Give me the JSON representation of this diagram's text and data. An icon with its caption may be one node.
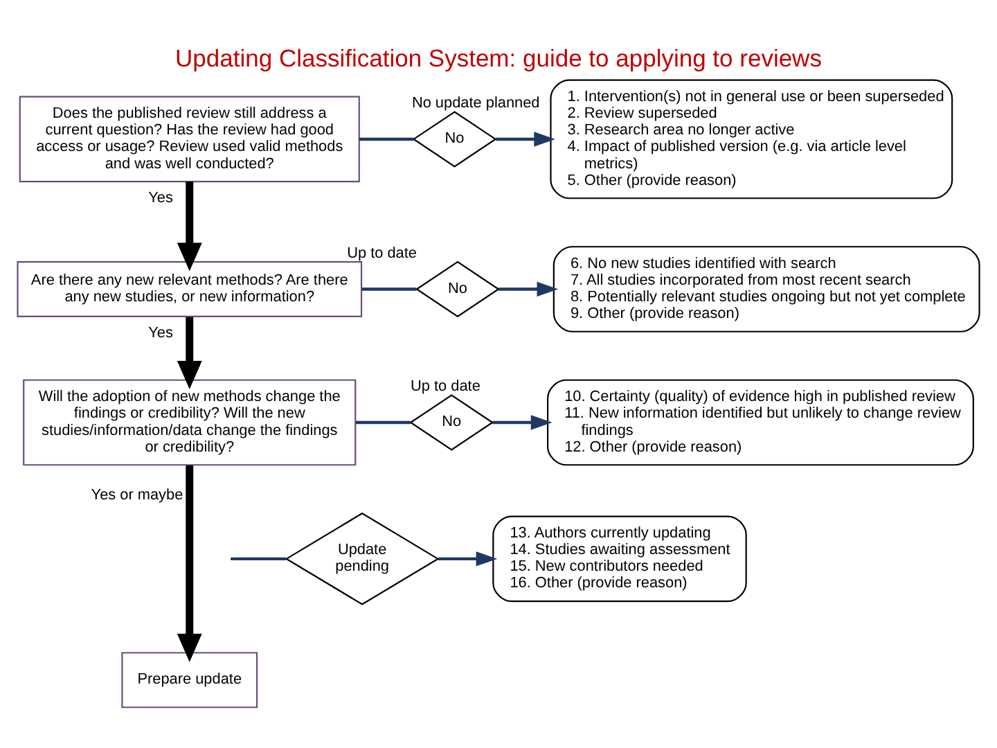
{
  "diagram": {
    "title": "Updating Classification System: guide to applying to reviews",
    "nodes": [
      {
        "text": [
          "Does the published review still address a current question? Has the review had good access or usage? Review used valid methods and was well conducted?"
        ]
      },
      {
        "text": [
          "No"
        ],
        "beside": [
          "No update planned"
        ]
      },
      {
        "text": [
          "1. Intervention(s) not in general use or been superseded",
          "2. Review superseded",
          "3. Research area no longer active",
          "4. Impact of published version (e.g. via article level metrics)",
          "5. Other (provide reason)"
        ]
      },
      {
        "text": [
          "Are there any new relevant methods? Are there any new studies, or new information?"
        ]
      },
      {
        "text": [
          "No"
        ],
        "beside": [
          "Up to date"
        ]
      },
      {
        "text": [
          "6. No new studies identified with search",
          "7. All studies incorporated from most recent search",
          "8. Potentially relevant studies ongoing but not yet complete",
          "9. Other (provide reason)"
        ]
      },
      {
        "text": [
          "Will the adoption of new methods change the findings or credibility? Will the new studies/information/data change the findings or credibility?"
        ]
      },
      {
        "text": [
          "No"
        ],
        "beside": [
          "Up to date"
        ]
      },
      {
        "text": [
          "10. Certainty (quality) of evidence high in published review",
          "11. New information identified but unlikely to change review findings",
          "12. Other (provide reason)"
        ]
      },
      {
        "text": [
          "Update pending"
        ]
      },
      {
        "text": [
          "13. Authors currently updating",
          "14. Studies awaiting assessment",
          "15. New contributors needed",
          "16. Other (provide reason)"
        ]
      },
      {
        "text": [
          "Prepare update"
        ]
      }
    ],
    "edges": [
      {
        "from": 0,
        "to": 1,
        "arrow": "none"
      },
      {
        "from": 1,
        "to": 2,
        "arrow": "to"
      },
      {
        "from": 3,
        "to": 4,
        "arrow": "none"
      },
      {
        "from": 4,
        "to": 5,
        "arrow": "to"
      },
      {
        "from": 6,
        "to": 7,
        "arrow": "none"
      },
      {
        "from": 7,
        "to": 8,
        "arrow": "to"
      },
      {
        "from": null,
        "to": 9,
        "arrow": "none"
      },
      {
        "from": 9,
        "to": 10,
        "arrow": "to"
      },
      {
        "from": 0,
        "to": 3,
        "arrow": "to",
        "label": "Yes",
        "style": "thick",
        "color": "#000000"
      },
      {
        "from": 3,
        "to": 6,
        "arrow": "to",
        "label": "Yes",
        "style": "thick",
        "color": "#000000"
      },
      {
        "from": 6,
        "to": 11,
        "arrow": "to",
        "label": "Yes or maybe",
        "style": "thick",
        "color": "#000000"
      }
    ]
  }
}
